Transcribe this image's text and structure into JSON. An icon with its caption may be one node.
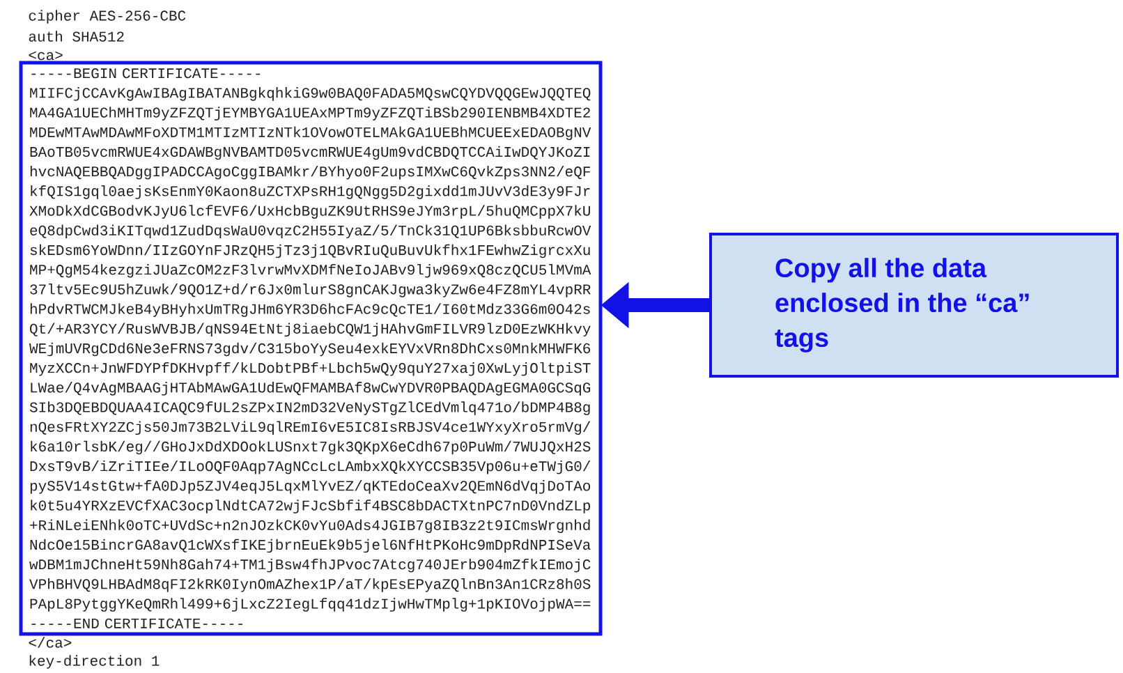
{
  "diagram": {
    "nodes": [
      {
        "text": [
          "-----BEGIN CERTIFICATE-----",
          "MIIFCjCCAvKgAwIBAgIBATANBgkqhkiG9w0BAQ0FADA5MQswCQYDVQQGEwJQQTEQ",
          "MA4GA1UEChMHTm9yZFZQTjEYMBYGA1UEAxMPTm9yZFZQTiBSb290IENBMB4XDTE2",
          "MDEwMTAwMDAwMFoXDTM1MTIzMTIzNTk1OVowOTELMAkGA1UEBhMCUEExEDAOBgNV",
          "BAoTB05vcmRWUE4xGDAWBgNVBAMTD05vcmRWUE4gUm9vdCBDQTCCAiIwDQYJKoZI",
          "hvcNAQEBBQADggIPADCCAgoCggIBAMkr/BYhyo0F2upsIMXwC6QvkZps3NN2/eQF",
          "kfQIS1gql0aejsKsEnmY0Kaon8uZCTXPsRH1gQNgg5D2gixdd1mJUvV3dE3y9FJr",
          "XMoDkXdCGBodvKJyU6lcfEVF6/UxHcbBguZK9UtRHS9eJYm3rpL/5huQMCppX7kU",
          "eQ8dpCwd3iKITqwd1ZudDqsWaU0vqzC2H55IyaZ/5/TnCk31Q1UP6BksbbuRcwOV",
          "skEDsm6YoWDnn/IIzGOYnFJRzQH5jTz3j1QBvRIuQuBuvUkfhx1FEwhwZigrcxXu",
          "MP+QgM54kezgziJUaZcOM2zF3lvrwMvXDMfNeIoJABv9ljw969xQ8czQCU5lMVmA",
          "37ltv5Ec9U5hZuwk/9QO1Z+d/r6Jx0mlurS8gnCAKJgwa3kyZw6e4FZ8mYL4vpRR",
          "hPdvRTWCMJkeB4yBHyhxUmTRgJHm6YR3D6hcFAc9cQcTE1/I60tMdz33G6m0O42s",
          "Qt/+AR3YCY/RusWVBJB/qNS94EtNtj8iaebCQW1jHAhvGmFILVR9lzD0EzWKHkvy",
          "WEjmUVRgCDd6Ne3eFRNS73gdv/C315boYySeu4exkEYVxVRn8DhCxs0MnkMHWFK6",
          "MyzXCCn+JnWFDYPfDKHvpff/kLDobtPBf+Lbch5wQy9quY27xaj0XwLyjOltpiST",
          "LWae/Q4vAgMBAAGjHTAbMAwGA1UdEwQFMAMBAf8wCwYDVR0PBAQDAgEGMA0GCSqG",
          "SIb3DQEBDQUAA4ICAQC9fUL2sZPxIN2mD32VeNySTgZlCEdVmlq471o/bDMP4B8g",
          "nQesFRtXY2ZCjs50Jm73B2LViL9qlREmI6vE5IC8IsRBJSV4ce1WYxyXro5rmVg/",
          "k6a10rlsbK/eg//GHoJxDdXDOokLUSnxt7gk3QKpX6eCdh67p0PuWm/7WUJQxH2S",
          "DxsT9vB/iZriTIEe/ILoOQF0Aqp7AgNCcLcLAmbxXQkXYCCSB35Vp06u+eTWjG0/",
          "pyS5V14stGtw+fA0DJp5ZJV4eqJ5LqxMlYvEZ/qKTEdoCeaXv2QEmN6dVqjDoTAo",
          "k0t5u4YRXzEVCfXAC3ocplNdtCA72wjFJcSbfif4BSC8bDACTXtnPC7nD0VndZLp",
          "+RiNLeiENhk0oTC+UVdSc+n2nJOzkCK0vYu0Ads4JGIB7g8IB3z2t9ICmsWrgnhd",
          "NdcOe15BincrGA8avQ1cWXsfIKEjbrnEuEk9b5jel6NfHtPKoHc9mDpRdNPISeVa",
          "wDBM1mJChneHt59Nh8Gah74+TM1jBsw4fhJPvoc7Atcg740JErb904mZfkIEmojC",
          "VPhBHVQ9LHBAdM8qFI2kRK0IynOmAZhex1P/aT/kpEsEPyaZQlnBn3An1CRz8h0S",
          "PApL8PytggYKeQmRhl499+6jLxcZ2IegLfqq41dzIjwHwTMplg+1pKIOVojpWA==",
          "-----END CERTIFICATE-----"
        ]
      },
      {
        "text": [
          "Copy all the data enclosed in the “ca” tags"
        ]
      }
    ],
    "edges": [
      {
        "from": 1,
        "to": 0,
        "arrow": "to"
      }
    ],
    "labels": [
      "cipher AES-256-CBC",
      "auth SHA512",
      "<ca>",
      "</ca>",
      "key-direction 1"
    ]
  }
}
